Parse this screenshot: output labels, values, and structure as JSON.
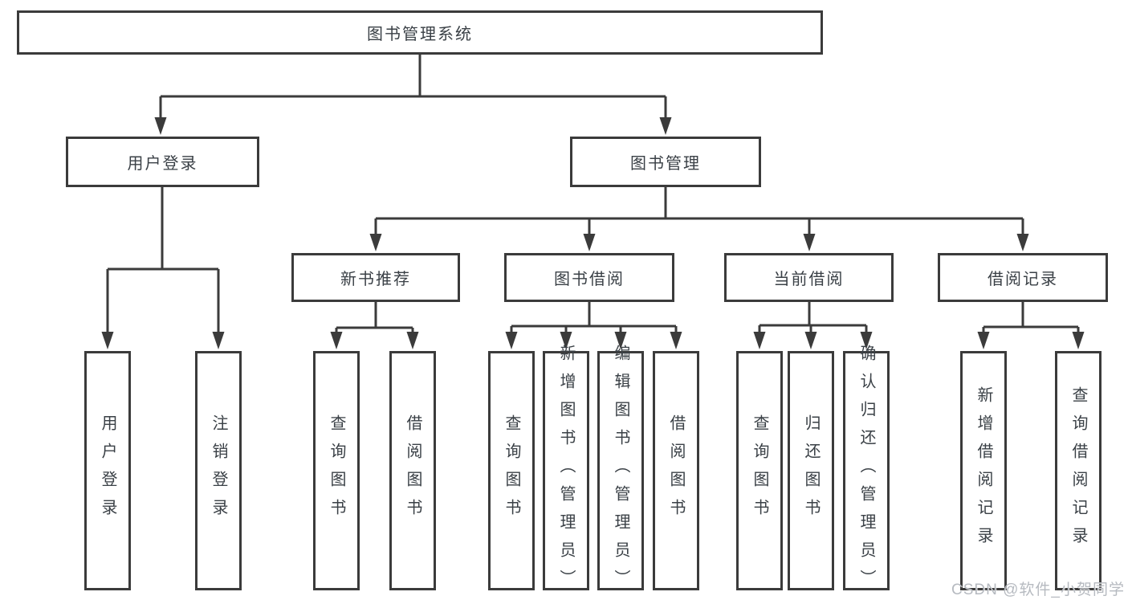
{
  "colors": {
    "line": "#3b3b3b",
    "box_border": "#3b3b3b",
    "box_bg": "#ffffff",
    "text": "#3a4046",
    "watermark": "#b6bac0"
  },
  "watermark": "CSDN @软件_小贺同学",
  "nodes": {
    "root": "图书管理系统",
    "level1": {
      "user_login": "用户登录",
      "book_management": "图书管理"
    },
    "level2": {
      "new_book_recommend": "新书推荐",
      "book_borrow": "图书借阅",
      "current_borrow": "当前借阅",
      "borrow_records": "借阅记录"
    },
    "leaves": {
      "user_login_1": "用户登录",
      "user_login_2": "注销登录",
      "new_book_1": "查询图书",
      "new_book_2": "借阅图书",
      "book_borrow_1": "查询图书",
      "book_borrow_2": "新增图书（管理员）",
      "book_borrow_3": "编辑图书（管理员）",
      "book_borrow_4": "借阅图书",
      "current_borrow_1": "查询图书",
      "current_borrow_2": "归还图书",
      "current_borrow_3": "确认归还（管理员）",
      "borrow_records_1": "新增借阅记录",
      "borrow_records_2": "查询借阅记录"
    }
  }
}
